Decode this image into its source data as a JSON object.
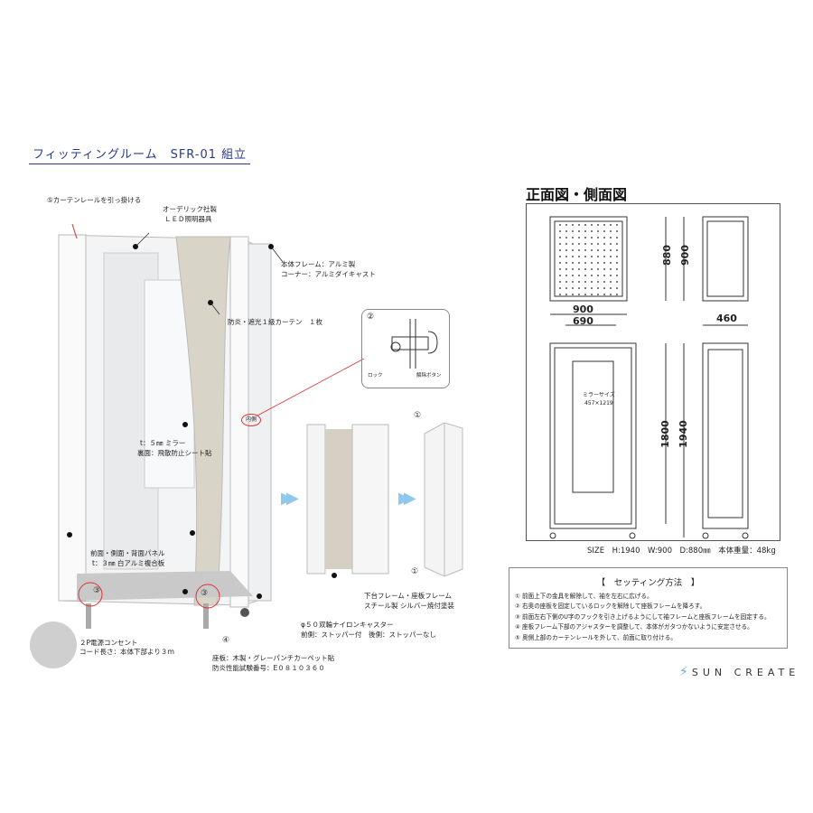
{
  "title": "フィッティングルーム　SFR-01 組立",
  "callouts": {
    "curtain_rail": "⑤カーテンレールを引っ掛ける",
    "led_1": "オーデリック社製",
    "led_2": "ＬＥＤ照明器具",
    "frame_1": "本体フレーム：アルミ製",
    "frame_2": "コーナー：アルミダイキャスト",
    "curtain": "防炎・遮光１級カーテン　１枚",
    "mirror_1": "t：５㎜ ミラー",
    "mirror_2": "裏面：飛散防止シート貼",
    "panel_1": "前面・側面・背面パネル",
    "panel_2": "t：３㎜ 白アルミ複合板",
    "outlet_1": "２P電源コンセント",
    "outlet_2": "コード長さ：本体下部より３ｍ",
    "seat_1": "座板：木製・グレーパンチカーペット貼",
    "seat_2": "防炎性能試験番号：E０８１０３６０",
    "caster_1": "φ５０双輪ナイロンキャスター",
    "caster_2": "前側：ストッパー付　後側：ストッパーなし",
    "base_1": "下台フレーム・座板フレーム",
    "base_2": "スチール製 シルバー焼付塗装",
    "inner": "内側",
    "lock_num": "②",
    "lock": "ロック",
    "release": "解除ボタン",
    "n1": "①",
    "n3": "③",
    "n4": "④"
  },
  "drawing": {
    "title": "正面図・側面図",
    "dims": {
      "depth_inner": "880",
      "depth": "900",
      "width": "900",
      "width_inner": "690",
      "side": "460",
      "height_inner": "1800",
      "height": "1940"
    },
    "mirror_label": "ミラーサイズ",
    "mirror_size": "457×1219",
    "size_line": "SIZE　H:1940　W:900　D:880㎜　本体重量：48kg"
  },
  "setting": {
    "title": "【　セッティング方法　】",
    "steps": [
      "① 前面上下の金具を解除して、袖を左右に広げる。",
      "② 右奥の座板を固定しているロックを解除して座板フレームを降ろす。",
      "③ 前面左右下側のU字のフックを引き上げるようにして袖フレームと座板フレームを固定する。",
      "④ 座板フレーム下部のアジャスターを調整して、本体がガタつかないように安定させる。",
      "⑤ 奥側上部のカーテンレールを外して、前面に取り付ける。"
    ]
  },
  "brand": "SUN CREATE",
  "colors": {
    "title": "#2a3a8a",
    "arrow": "#8ec8ea",
    "accent": "#d33"
  }
}
